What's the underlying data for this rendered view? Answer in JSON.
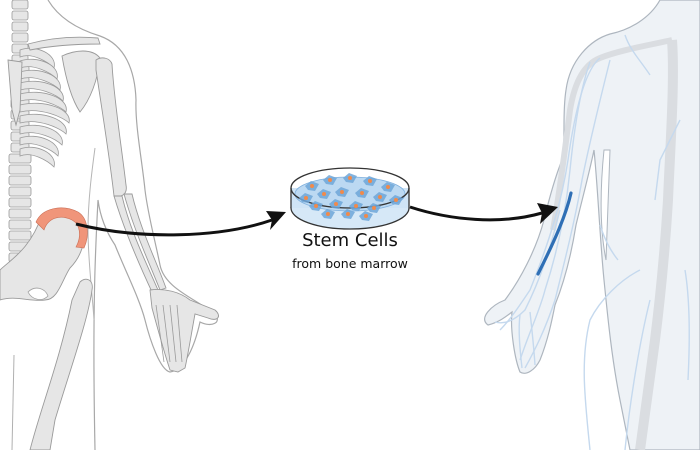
{
  "diagram": {
    "title": "Stem Cells",
    "subtitle": "from bone marrow",
    "figures": {
      "left": "skeleton-donor",
      "right": "circulatory-recipient"
    },
    "colors": {
      "bone_fill": "#e6e6e6",
      "bone_stroke": "#9a9a9a",
      "body_outline": "#a8a8a8",
      "marrow_highlight": "#f0957a",
      "vein_light": "#c5d9ee",
      "vein_body_fill": "#eef2f6",
      "vein_highlight": "#2f6fb5",
      "dish_liquid": "#bcd9f2",
      "cell_body": "#6fa6d8",
      "cell_nucleus": "#f08a4b",
      "arrow": "#111111"
    },
    "arrows": [
      {
        "from": "hip-bone-marrow",
        "to": "petri-dish"
      },
      {
        "from": "petri-dish",
        "to": "forearm-vein"
      }
    ]
  }
}
